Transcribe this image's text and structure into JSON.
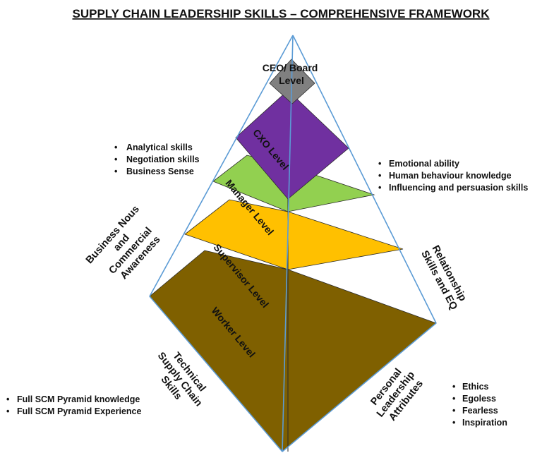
{
  "title": "SUPPLY CHAIN LEADERSHIP SKILLS – COMPREHENSIVE FRAMEWORK",
  "colors": {
    "ceo": "#808080",
    "cxo": "#7030A0",
    "manager": "#92D050",
    "supervisor": "#FFC000",
    "worker": "#7F6000",
    "edge": "#5B9BD5"
  },
  "levels": {
    "ceo": [
      "CEO/ Board",
      "Level"
    ],
    "cxo": "CXO Level",
    "manager": "Manager Level",
    "supervisor": "Supervisor Level",
    "worker": "Worker Level"
  },
  "faces": {
    "business": [
      "Business Nous",
      "and",
      "Commercial",
      "Awareness"
    ],
    "relationship": [
      "Relationship",
      "Skills and EQ"
    ],
    "technical": [
      "Technical",
      "Supply Chain",
      "Skills"
    ],
    "personal": [
      "Personal",
      "Leadership",
      "Attributes"
    ]
  },
  "lists": {
    "business": [
      "Analytical skills",
      "Negotiation skills",
      "Business Sense"
    ],
    "relationship": [
      "Emotional ability",
      "Human behaviour knowledge",
      "Influencing and persuasion skills"
    ],
    "technical": [
      "Full SCM Pyramid knowledge",
      "Full SCM Pyramid Experience"
    ],
    "personal": [
      "Ethics",
      "Egoless",
      "Fearless",
      "Inspiration"
    ]
  }
}
